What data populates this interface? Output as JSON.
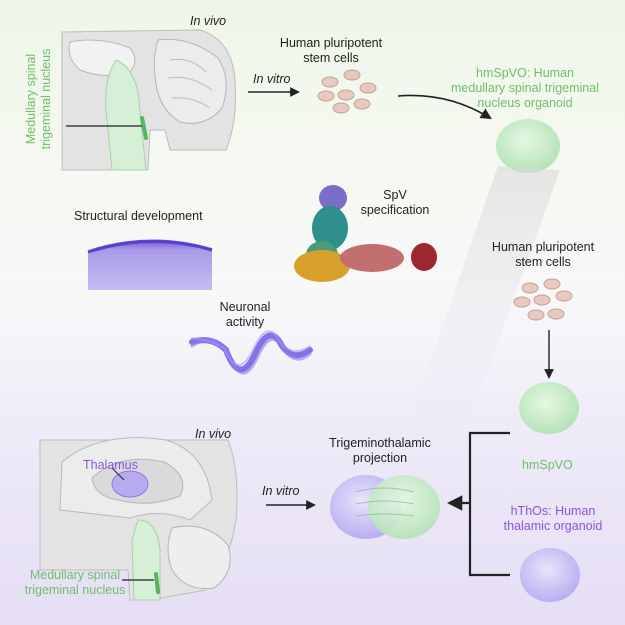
{
  "top": {
    "in_vivo": "In vivo",
    "in_vitro": "In vitro",
    "stem_cells_line1": "Human pluripotent",
    "stem_cells_line2": "stem cells",
    "organoid_line1": "hmSpVO: Human",
    "organoid_line2": "medullary spinal trigeminal",
    "organoid_line3": "nucleus organoid",
    "nucleus_line1": "Medullary spinal",
    "nucleus_line2": "trigeminal nucleus"
  },
  "middle": {
    "structural": "Structural development",
    "spv_line1": "SpV",
    "spv_line2": "specification",
    "neuronal_line1": "Neuronal",
    "neuronal_line2": "activity"
  },
  "right": {
    "stem_cells_line1": "Human pluripotent",
    "stem_cells_line2": "stem cells",
    "hmspvo": "hmSpVO",
    "hthos_line1": "hThOs: Human",
    "hthos_line2": "thalamic organoid"
  },
  "bottom": {
    "in_vivo": "In vivo",
    "in_vitro": "In vitro",
    "thalamus": "Thalamus",
    "projection_line1": "Trigeminothalamic",
    "projection_line2": "projection",
    "nucleus_line1": "Medullary spinal",
    "nucleus_line2": "trigeminal nucleus"
  },
  "colors": {
    "green": "#6fbf6a",
    "purple": "#8a55e0",
    "organoid_green": "#c9ecc9",
    "organoid_purple": "#cfc6f5"
  }
}
